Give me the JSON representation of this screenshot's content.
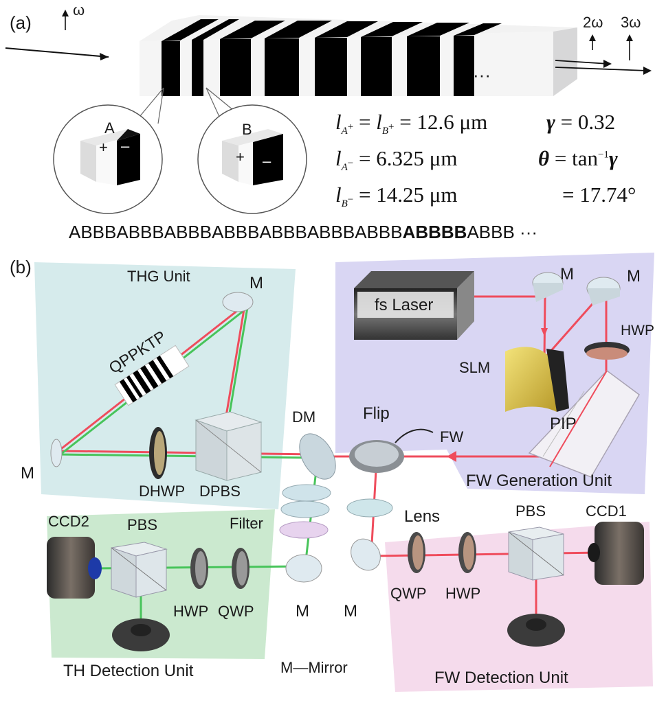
{
  "panel_a": {
    "label": "(a)",
    "input_beam": "ω",
    "output_beams": [
      "2ω",
      "3ω"
    ],
    "ellipsis": "···",
    "domain_a": {
      "letter": "A",
      "plus": "+",
      "minus": "–"
    },
    "domain_b": {
      "letter": "B",
      "plus": "+",
      "minus": "–"
    },
    "equations": {
      "l_plus": {
        "symbol": "l",
        "sub1": "A",
        "sup1": "+",
        "eq": " = ",
        "sym2": "l",
        "sub2": "B",
        "sup2": "+",
        "value": " = 12.6 μm"
      },
      "l_a_minus": {
        "symbol": "l",
        "sub": "A",
        "sup": "−",
        "value": " = 6.325 μm"
      },
      "l_b_minus": {
        "symbol": "l",
        "sub": "B",
        "sup": "−",
        "value": " = 14.25 μm"
      },
      "gamma": {
        "symbol": "γ",
        "value": " = 0.32"
      },
      "theta": {
        "symbol": "θ",
        "value": " = tan",
        "sup": "−1",
        "arg": "γ"
      },
      "theta_value": "= 17.74°"
    },
    "sequence_normal": "ABBBABBBABBBABBBABBBABBBABBB",
    "sequence_bold": "ABBBB",
    "sequence_tail": "ABBB ···"
  },
  "panel_b": {
    "label": "(b)",
    "units": {
      "thg": "THG Unit",
      "fw_gen": "FW Generation Unit",
      "th_det": "TH Detection Unit",
      "fw_det": "FW Detection Unit"
    },
    "components": {
      "laser": "fs Laser",
      "m_thg_top": "M",
      "m_thg_left": "M",
      "qppktp": "QPPKTP",
      "dhwp": "DHWP",
      "dpbs": "DPBS",
      "m_fw1": "M",
      "m_fw2": "M",
      "hwp_fw": "HWP",
      "slm": "SLM",
      "pip": "PIP",
      "fw": "FW",
      "flip": "Flip",
      "dm": "DM",
      "lens": "Lens",
      "filter": "Filter",
      "ccd2": "CCD2",
      "pbs_th": "PBS",
      "hwp_th": "HWP",
      "qwp_th": "QWP",
      "m_th": "M",
      "m_fwd": "M",
      "qwp_fw": "QWP",
      "hwp_fwd": "HWP",
      "pbs_fw": "PBS",
      "ccd1": "CCD1",
      "legend": "M—Mirror"
    },
    "colors": {
      "thg_bg": "#d6ebec",
      "fwgen_bg": "#d9d6f3",
      "thdet_bg": "#cbe9cf",
      "fwdet_bg": "#f5dbec",
      "red_beam": "#ef4c5c",
      "green_beam": "#47c45a"
    }
  }
}
